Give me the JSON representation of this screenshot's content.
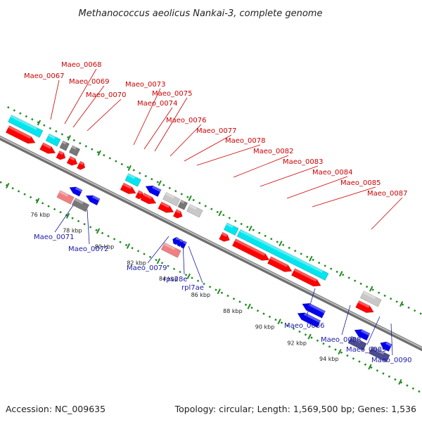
{
  "title": "Methanococcus aeolicus Nankai-3, complete genome",
  "footer": {
    "accession": "Accession: NC_009635",
    "topology": "Topology: circular; Length: 1,569,500 bp; Genes: 1,536"
  },
  "colors": {
    "forward_cds": "#ff0000",
    "forward_alt": "#00e5ee",
    "forward_other": "#777777",
    "forward_rna": "#c8c8c8",
    "reverse_cds": "#0000ee",
    "reverse_alt": "#4b4b8f",
    "reverse_rna": "#f08080",
    "fwd_label": "#cc0000",
    "rev_label": "#1a1aa6",
    "backbone": "#999999",
    "tick": "#228b22"
  },
  "kbp_ticks": [
    "76 kbp",
    "78 kbp",
    "80 kbp",
    "82 kbp",
    "84 kbp",
    "86 kbp",
    "88 kbp",
    "90 kbp",
    "92 kbp",
    "94 kbp"
  ],
  "forward_labels": [
    "Maeo_0067",
    "Maeo_0068",
    "Maeo_0069",
    "Maeo_0070",
    "Maeo_0073",
    "Maeo_0074",
    "Maeo_0075",
    "Maeo_0076",
    "Maeo_0077",
    "Maeo_0078",
    "Maeo_0082",
    "Maeo_0083",
    "Maeo_0084",
    "Maeo_0085",
    "Maeo_0087"
  ],
  "reverse_labels": [
    "Maeo_0071",
    "Maeo_0072",
    "Maeo_0079",
    "rps28e",
    "rpl7ae",
    "Maeo_0086",
    "Maeo_0088",
    "Maeo_0089",
    "Maeo_0090"
  ]
}
